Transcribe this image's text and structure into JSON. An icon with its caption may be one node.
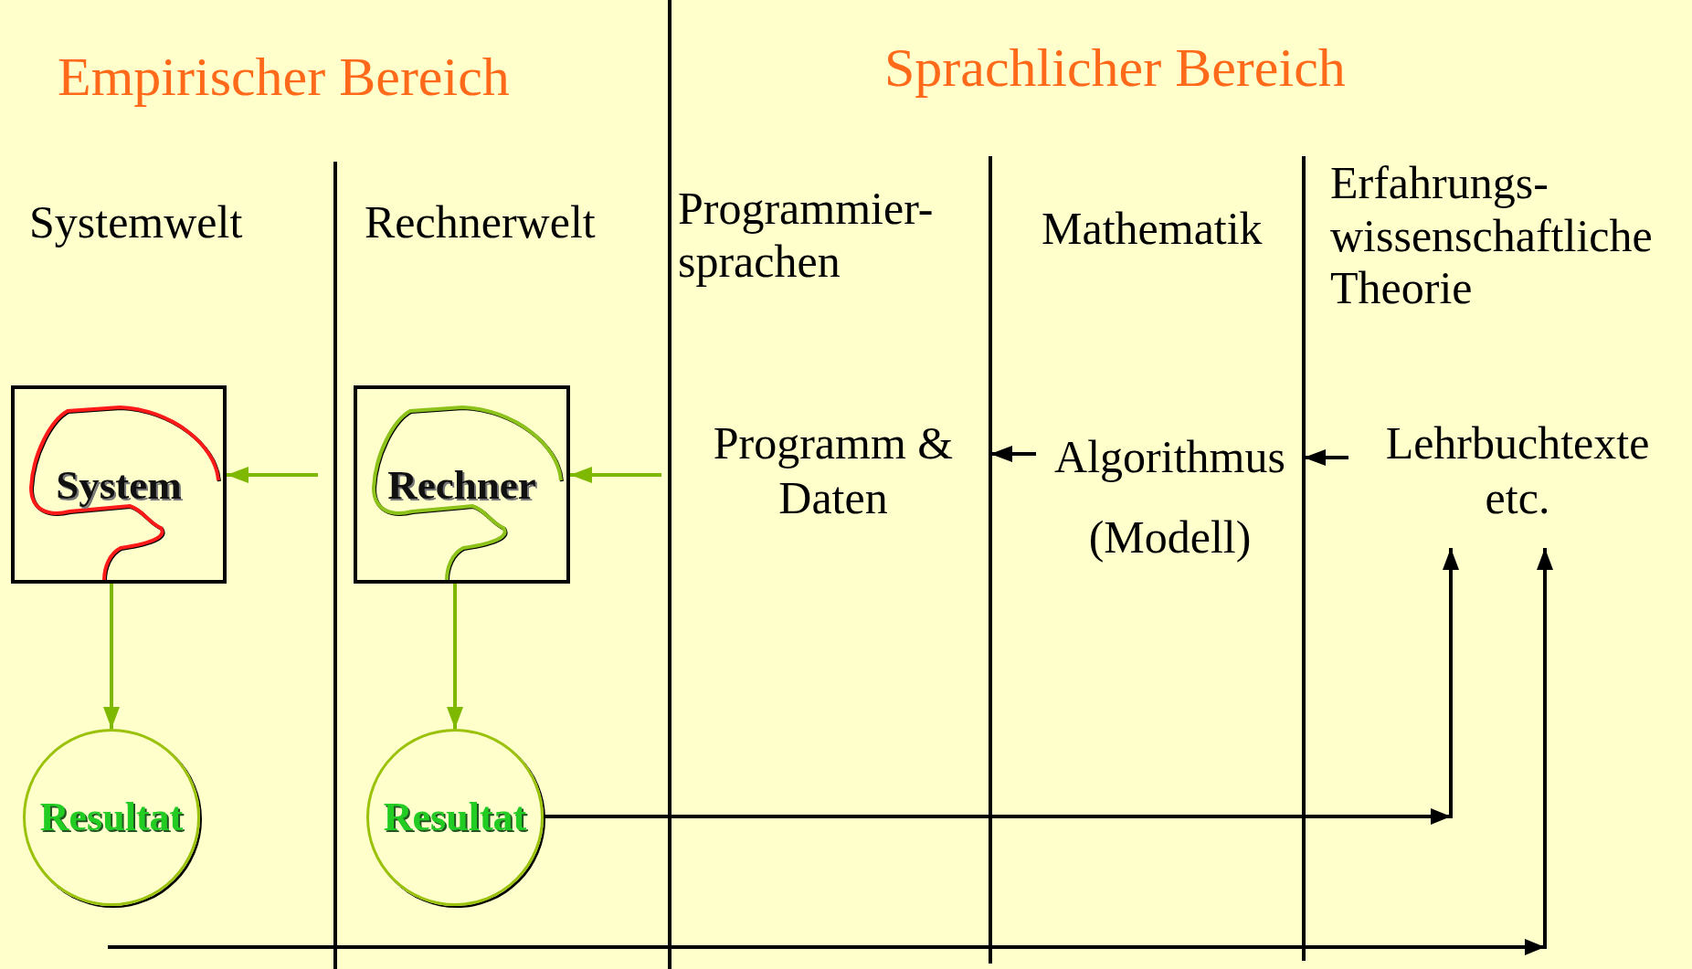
{
  "diagram": {
    "nodes": [
      {
        "text": [
          "System"
        ]
      },
      {
        "text": [
          "Resultat"
        ]
      },
      {
        "text": [
          "Rechner"
        ]
      },
      {
        "text": [
          "Resultat"
        ]
      },
      {
        "text": [
          "Programm & Daten"
        ]
      },
      {
        "text": [
          "Algorithmus",
          "(Modell)"
        ]
      },
      {
        "text": [
          "Lehrbuchtexte etc."
        ]
      }
    ],
    "edges": [
      {
        "from": 0,
        "to": 1,
        "arrow": "to",
        "color": "#7fb800"
      },
      {
        "from": 2,
        "to": 3,
        "arrow": "to",
        "color": "#7fb800"
      },
      {
        "from": null,
        "to": 0,
        "arrow": "to",
        "color": "#7fb800"
      },
      {
        "from": null,
        "to": 2,
        "arrow": "to",
        "color": "#7fb800"
      },
      {
        "from": 5,
        "to": 4,
        "arrow": "to",
        "color": "#000000"
      },
      {
        "from": 6,
        "to": 5,
        "arrow": "to",
        "color": "#000000"
      },
      {
        "from": 3,
        "to": 6,
        "arrow": "to",
        "color": "#000000"
      },
      {
        "from": null,
        "to": 6,
        "arrow": "to",
        "color": "#000000"
      }
    ],
    "labels": [
      "Empirischer Bereich",
      "Sprachlicher Bereich",
      "Systemwelt",
      "Rechnerwelt",
      "Programmier- sprachen",
      "Mathematik",
      "Erfahrungs- wissenschaftliche Theorie"
    ]
  }
}
